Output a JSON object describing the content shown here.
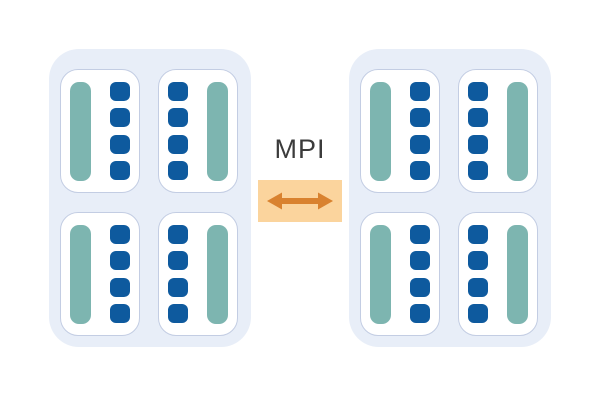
{
  "mpi": {
    "label": "MPI"
  },
  "colors": {
    "node_bg": "#E8EEF8",
    "socket_bg": "#FFFFFF",
    "socket_border": "#C3CDE3",
    "core_teal": "#7DB5B0",
    "core_blue": "#0E5A9E",
    "mpi_box_bg": "#FBD49D",
    "mpi_arrow": "#D9822F",
    "label_text": "#3B3B3B"
  },
  "diagram": {
    "type": "hpc-mpi-two-node-diagram",
    "cores_per_socket_column": 4,
    "nodes": [
      {
        "id": "node-left",
        "sockets": [
          {
            "bar_side": "left"
          },
          {
            "bar_side": "right"
          },
          {
            "bar_side": "left"
          },
          {
            "bar_side": "right"
          }
        ]
      },
      {
        "id": "node-right",
        "sockets": [
          {
            "bar_side": "left"
          },
          {
            "bar_side": "right"
          },
          {
            "bar_side": "left"
          },
          {
            "bar_side": "right"
          }
        ]
      }
    ]
  }
}
